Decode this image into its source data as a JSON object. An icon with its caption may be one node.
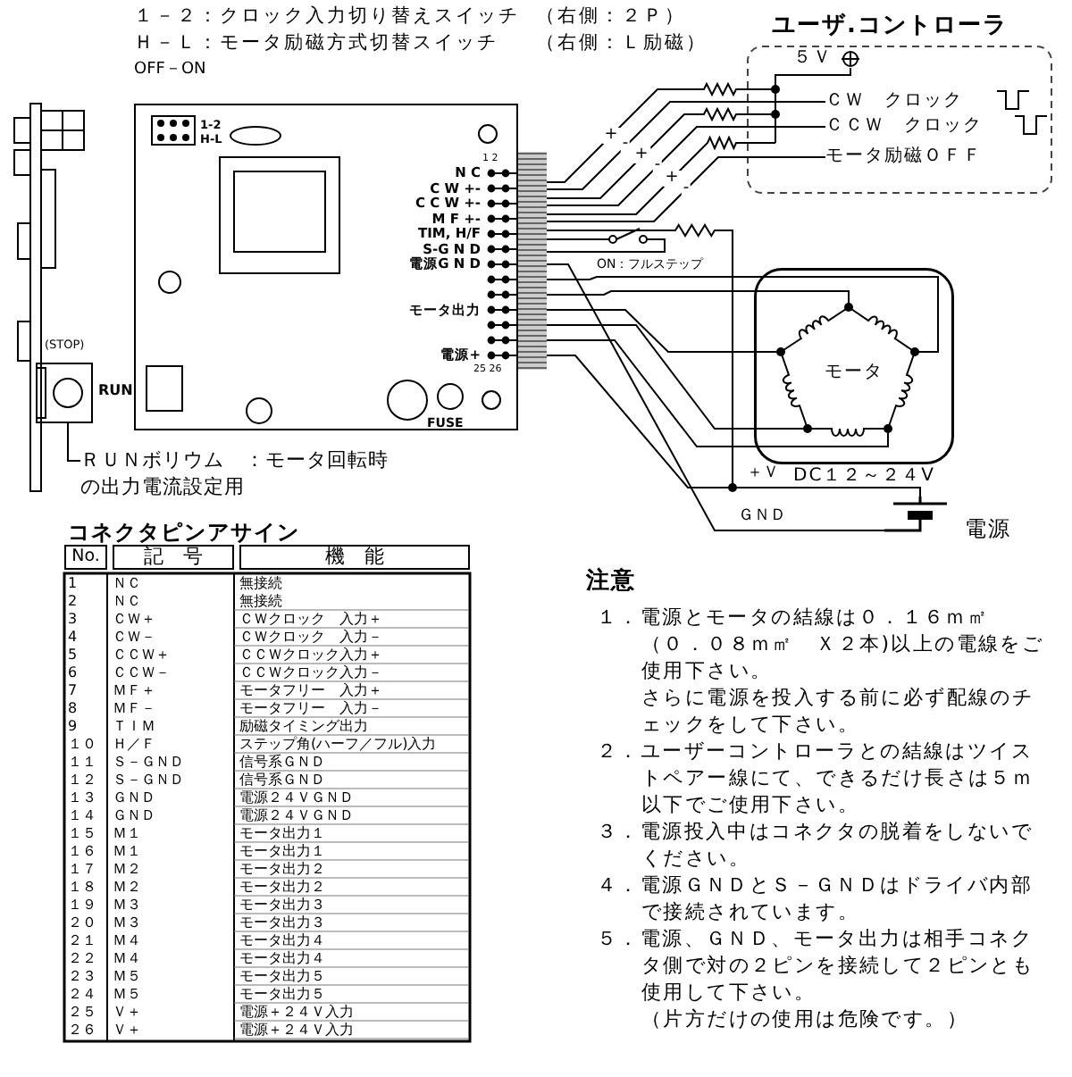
{
  "diagram": {
    "nodes": [
      {
        "text": [
          "ユーザ.コントローラ",
          "５Ｖ",
          "ＣＷ　クロック",
          "ＣＣＷ　クロック",
          "モータ励磁ＯＦＦ"
        ]
      },
      {
        "text": [
          "1-2",
          "H-L",
          "N C",
          "C W +-",
          "C C W +-",
          "M F +-",
          "TIM, H/F",
          "S-G N D",
          "電源G N D",
          "モータ出力",
          "電源+",
          "1 2",
          "25 26",
          "FUSE"
        ]
      },
      {
        "text": [
          "モータ"
        ]
      },
      {
        "text": [
          "電源"
        ]
      },
      {
        "text": [
          "ＲＵＮボリウム　：モータ回転時の出力電流設定用"
        ]
      },
      {
        "text": [],
        "shape": "box",
        "beside": [
          "(STOP)",
          "RUN"
        ]
      }
    ],
    "edges": [
      {
        "from": 1,
        "to": 0,
        "arrow": "none",
        "label": "+"
      },
      {
        "from": 1,
        "to": 0,
        "arrow": "none",
        "label": "-"
      },
      {
        "from": 1,
        "to": 0,
        "arrow": "none",
        "label": "+"
      },
      {
        "from": 1,
        "to": 0,
        "arrow": "none",
        "label": "-"
      },
      {
        "from": 1,
        "to": 0,
        "arrow": "none",
        "label": "+"
      },
      {
        "from": 1,
        "to": 0,
        "arrow": "none",
        "label": "-"
      },
      {
        "from": 1,
        "to": 2,
        "arrow": "none"
      },
      {
        "from": 1,
        "to": 2,
        "arrow": "none"
      },
      {
        "from": 1,
        "to": 2,
        "arrow": "none"
      },
      {
        "from": 1,
        "to": 2,
        "arrow": "none"
      },
      {
        "from": 1,
        "to": 2,
        "arrow": "none"
      },
      {
        "from": 1,
        "to": 3,
        "arrow": "none",
        "label": "＋Ｖ"
      },
      {
        "from": 1,
        "to": 3,
        "arrow": "none",
        "label": "ＧＮＤ"
      },
      {
        "from": 1,
        "to": 3,
        "arrow": "none"
      },
      {
        "from": 4,
        "to": 5,
        "arrow": "none"
      }
    ],
    "labels": [
      "１－２：クロック入力切り替えスイッチ",
      "（右側：２Ｐ）",
      "Ｈ－Ｌ：モータ励磁方式切替スイッチ",
      "（右側：Ｌ励磁）",
      "OFF－ON",
      "ON：フルステップ",
      "DC１２～２４V",
      "コネクタピンアサイン",
      "No.",
      "記　号",
      "機　能",
      "1",
      "ＮＣ",
      "無接続",
      "2",
      "ＮＣ",
      "無接続",
      "3",
      "ＣＷ＋",
      "ＣＷクロック　入力＋",
      "4",
      "ＣＷ－",
      "ＣＷクロック　入力－",
      "5",
      "ＣＣＷ＋",
      "ＣＣＷクロック入力＋",
      "6",
      "ＣＣＷ－",
      "ＣＣＷクロック入力－",
      "7",
      "ＭＦ＋",
      "モータフリー　入力＋",
      "8",
      "ＭＦ－",
      "モータフリー　入力－",
      "9",
      "ＴＩＭ",
      "励磁タイミング出力",
      "１０",
      "Ｈ／Ｆ",
      "ステップ角(ハーフ／フル)入力",
      "１１",
      "Ｓ－ＧＮＤ",
      "信号系ＧＮＤ",
      "１２",
      "Ｓ－ＧＮＤ",
      "信号系ＧＮＤ",
      "１３",
      "ＧＮＤ",
      "電源２４ＶＧＮＤ",
      "１４",
      "ＧＮＤ",
      "電源２４ＶＧＮＤ",
      "１５",
      "Ｍ１",
      "モータ出力１",
      "１６",
      "Ｍ１",
      "モータ出力１",
      "１７",
      "Ｍ２",
      "モータ出力２",
      "１８",
      "Ｍ２",
      "モータ出力２",
      "１９",
      "Ｍ３",
      "モータ出力３",
      "２０",
      "Ｍ３",
      "モータ出力３",
      "２１",
      "Ｍ４",
      "モータ出力４",
      "２２",
      "Ｍ４",
      "モータ出力４",
      "２３",
      "Ｍ５",
      "モータ出力５",
      "２４",
      "Ｍ５",
      "モータ出力５",
      "２５",
      "Ｖ＋",
      "電源＋２４Ｖ入力",
      "２６",
      "Ｖ＋",
      "電源＋２４Ｖ入力",
      "注意",
      "１．電源とモータの結線は０．１６ｍ㎡（０．０８ｍ㎡　Ｘ２本)以上の電線をご使用下さい。",
      "さらに電源を投入する前に必ず配線のチェックをして下さい。",
      "２．ユーザーコントローラとの結線はツイストペアー線にて、できるだけ長さは５ｍ以下でご使用下さい。",
      "３．電源投入中はコネクタの脱着をしないでください。",
      "４．電源ＧＮＤとＳ－ＧＮＤはドライバ内部で接続されています。",
      "５．電源、ＧＮＤ、モータ出力は相手コネクタ側で対の２ピンを接続して２ピンとも使用して下さい。",
      "（片方だけの使用は危険です。）"
    ]
  }
}
